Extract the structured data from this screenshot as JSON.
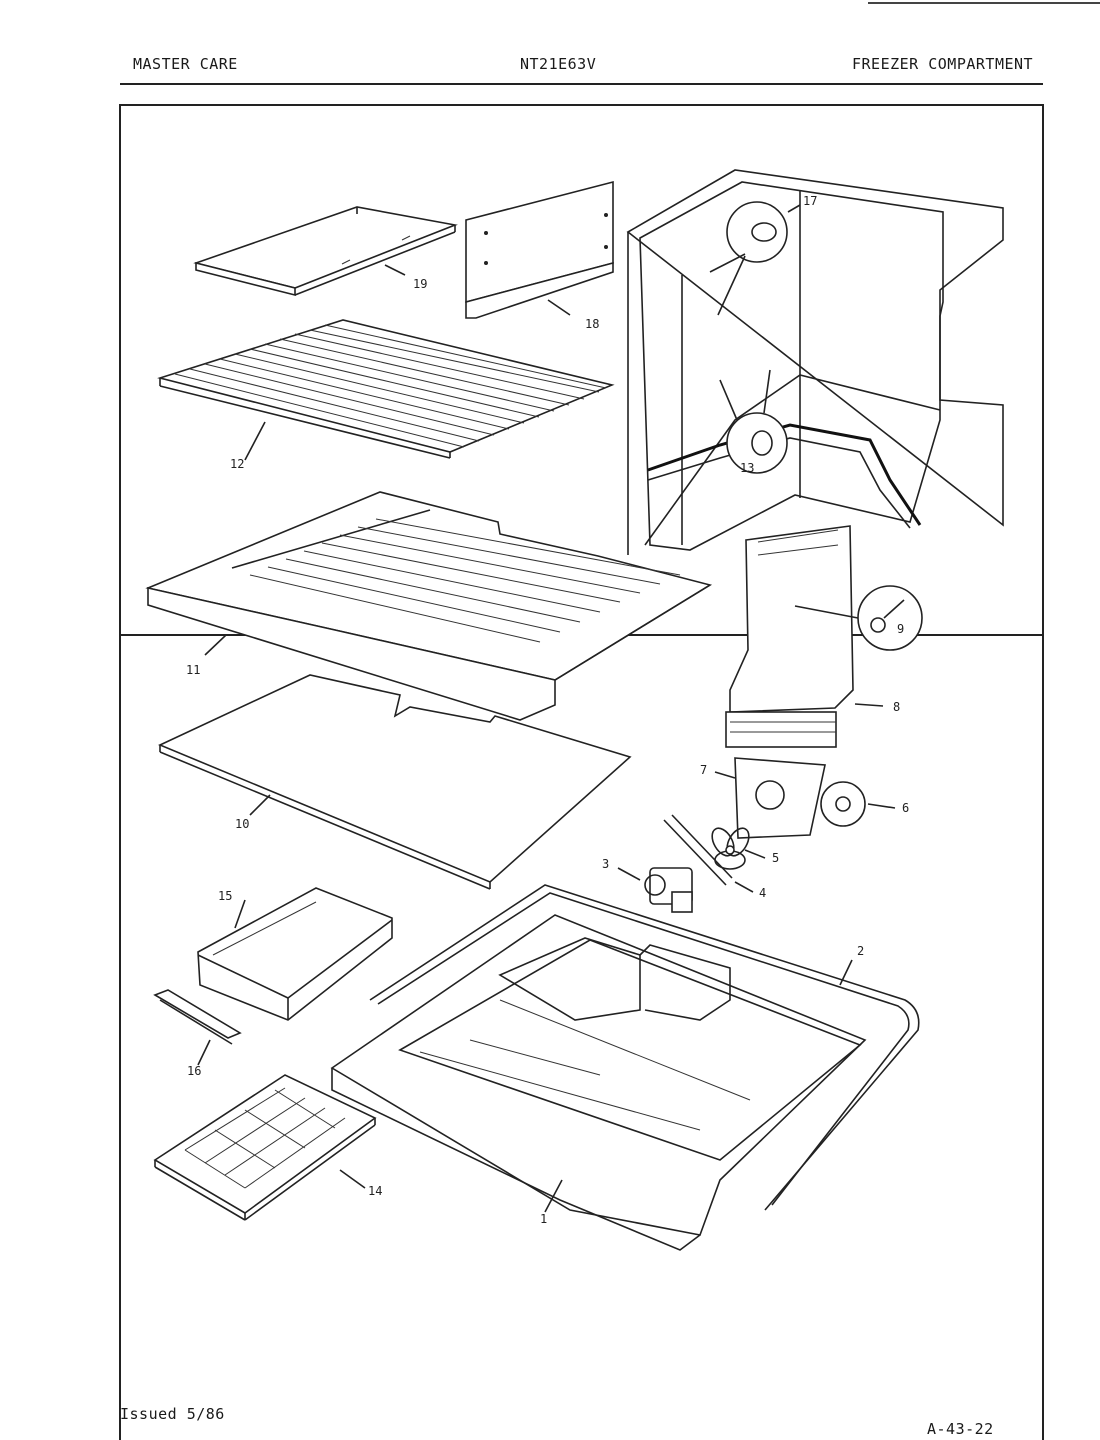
{
  "header": {
    "brand": "MASTER CARE",
    "model": "NT21E63V",
    "section": "FREEZER COMPARTMENT"
  },
  "footer": {
    "issued": "Issued 5/86",
    "page_code": "A-43-22"
  },
  "parts": [
    {
      "number": "1"
    },
    {
      "number": "2"
    },
    {
      "number": "3"
    },
    {
      "number": "4"
    },
    {
      "number": "5"
    },
    {
      "number": "6"
    },
    {
      "number": "7"
    },
    {
      "number": "8"
    },
    {
      "number": "9"
    },
    {
      "number": "10"
    },
    {
      "number": "11"
    },
    {
      "number": "12"
    },
    {
      "number": "13"
    },
    {
      "number": "14"
    },
    {
      "number": "15"
    },
    {
      "number": "16"
    },
    {
      "number": "17"
    },
    {
      "number": "18"
    },
    {
      "number": "19"
    }
  ]
}
